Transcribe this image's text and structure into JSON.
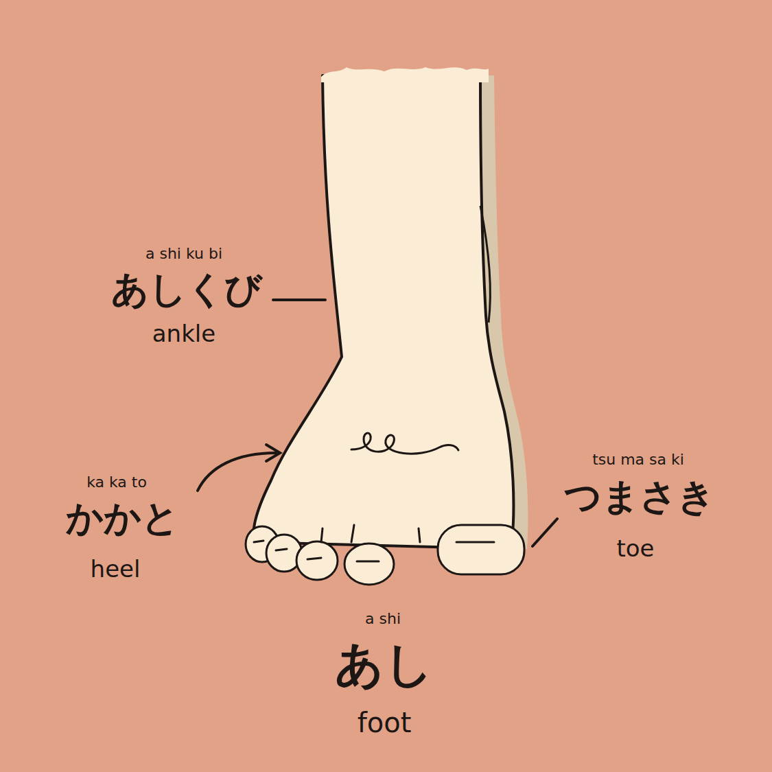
{
  "diagram": {
    "labels": [
      "a shi ku bi",
      "あしくび",
      "ankle",
      "ka ka to",
      "かかと",
      "heel",
      "tsu ma sa ki",
      "つまさき",
      "toe",
      "a shi",
      "あし",
      "foot"
    ]
  }
}
